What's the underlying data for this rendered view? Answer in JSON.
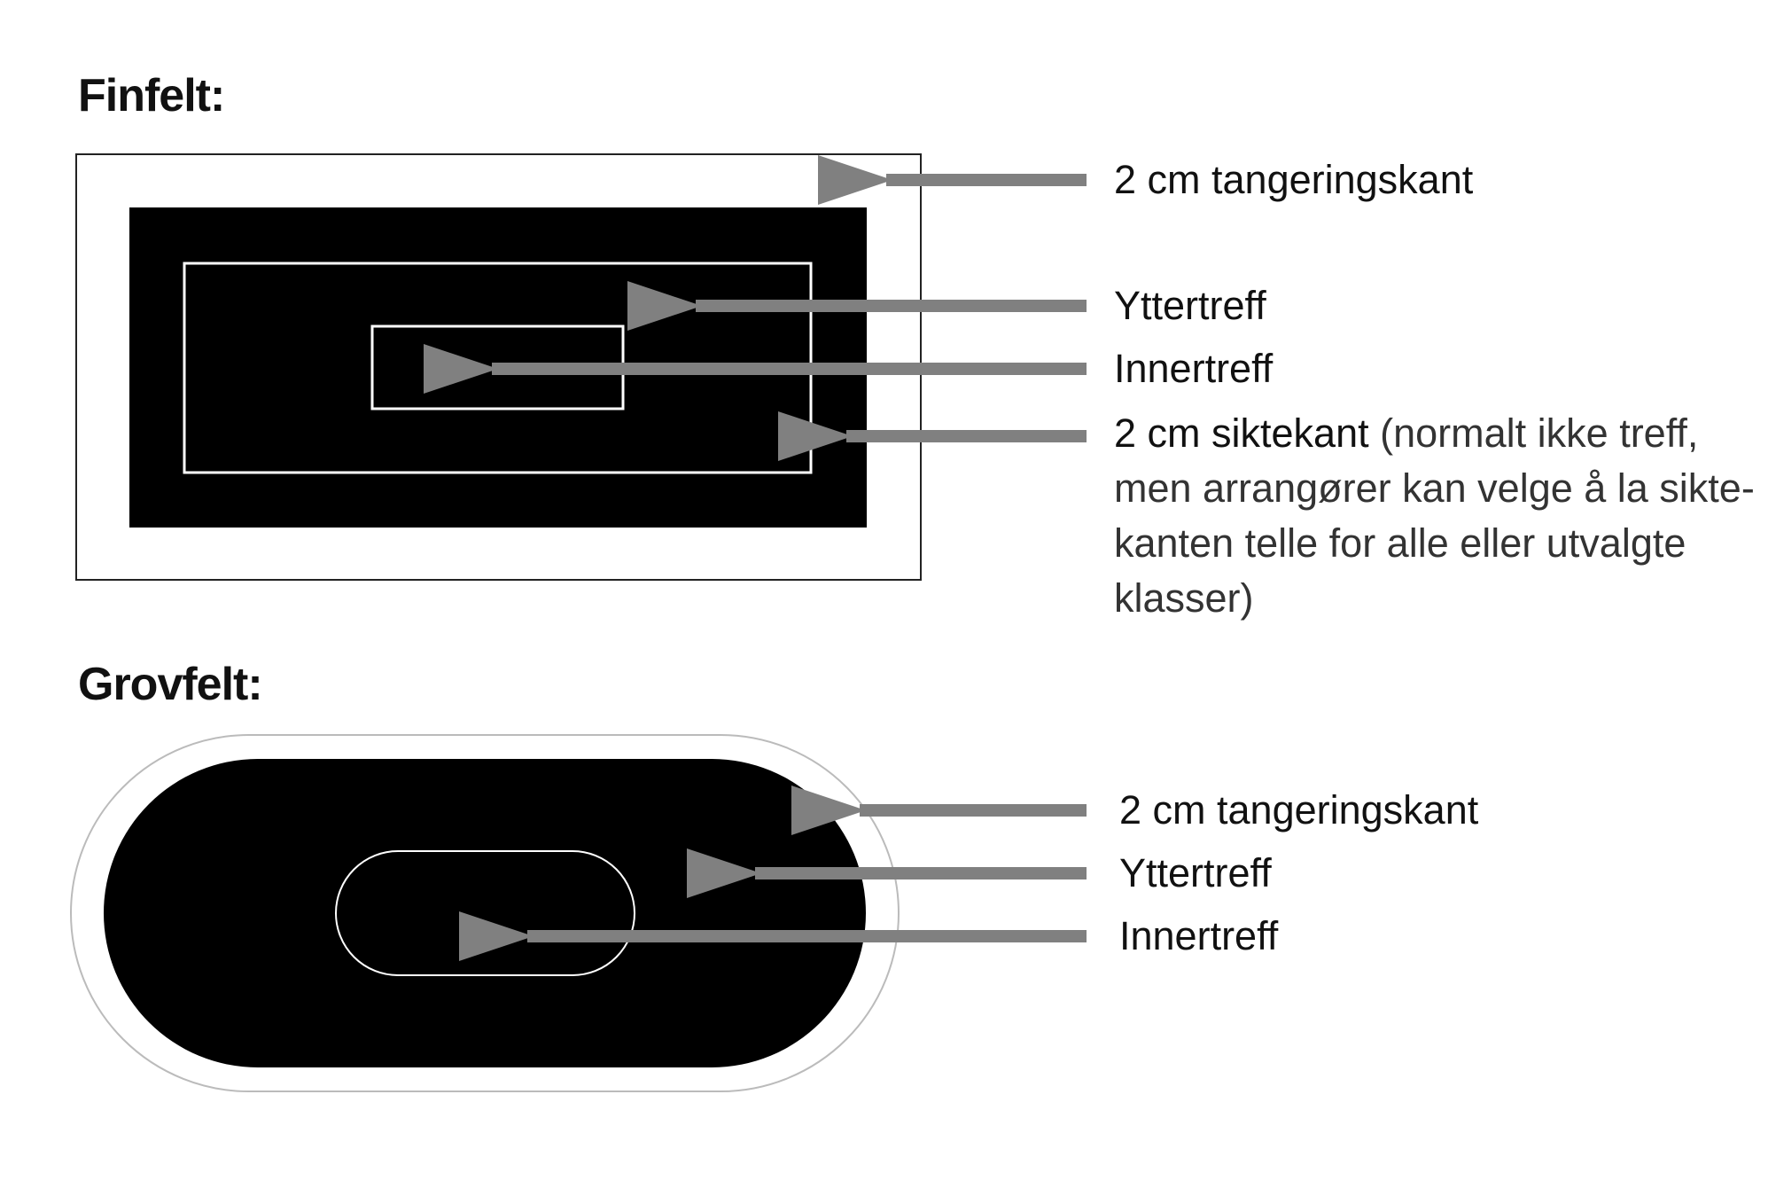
{
  "finfelt": {
    "title": "Finfelt:",
    "labels": {
      "tangering": "2 cm tangeringskant",
      "yttertreff": "Yttertreff",
      "innertreff": "Innertreff",
      "siktekant": "2 cm siktekant",
      "siktekant_note_line1": "(normalt ikke treff,",
      "siktekant_note_line2": "men arrangører kan velge å la sikte-",
      "siktekant_note_line3": "kanten telle for alle eller utvalgte",
      "siktekant_note_line4": "klasser)"
    }
  },
  "grovfelt": {
    "title": "Grovfelt:",
    "labels": {
      "tangering": "2 cm tangeringskant",
      "yttertreff": "Yttertreff",
      "innertreff": "Innertreff"
    }
  },
  "colors": {
    "arrow": "#808080",
    "target": "#000000",
    "outline": "#ffffff"
  }
}
